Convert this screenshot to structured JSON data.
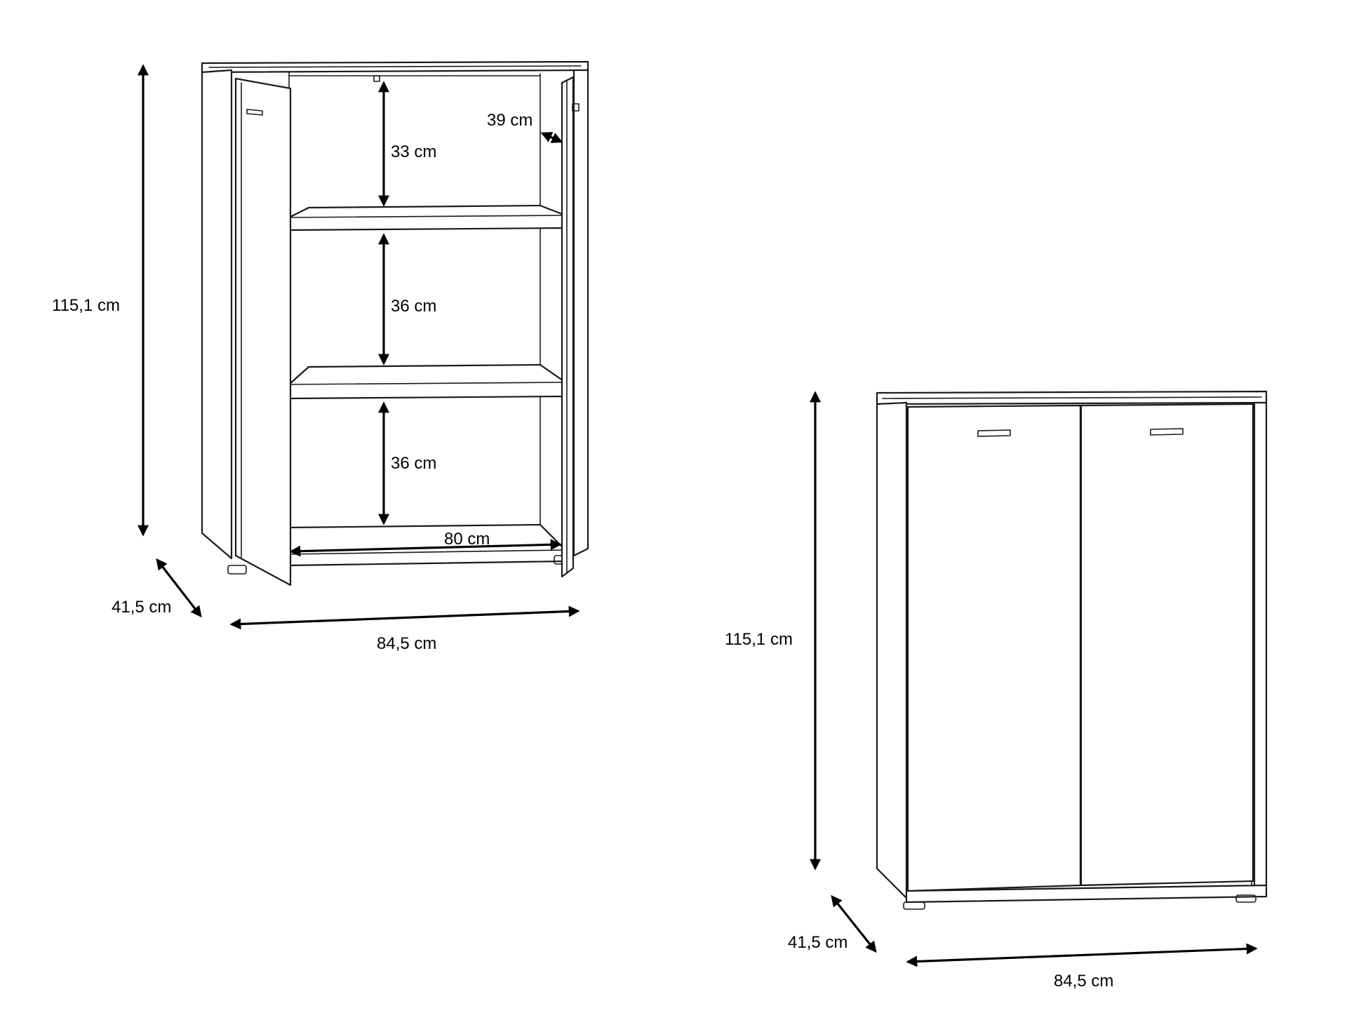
{
  "open_view": {
    "height_label": "115,1 cm",
    "depth_label": "41,5 cm",
    "width_label": "84,5 cm",
    "door_depth_label": "39 cm",
    "compartment_top_label": "33 cm",
    "compartment_middle_label": "36 cm",
    "compartment_bottom_label": "36 cm",
    "inner_width_label": "80 cm"
  },
  "closed_view": {
    "height_label": "115,1 cm",
    "depth_label": "41,5 cm",
    "width_label": "84,5 cm"
  }
}
